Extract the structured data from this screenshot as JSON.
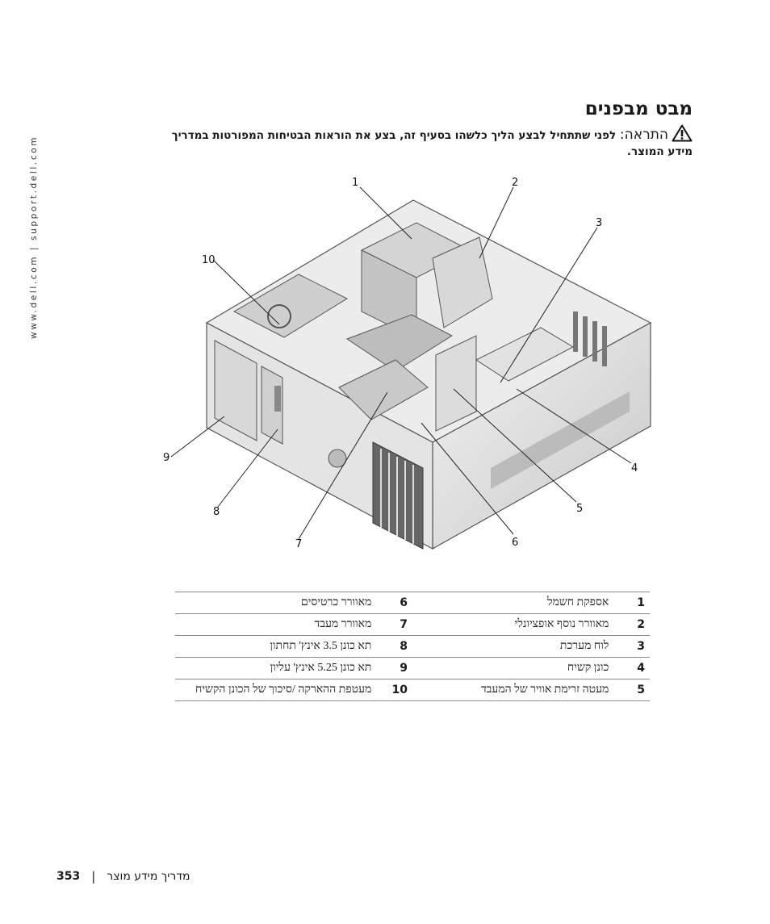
{
  "side_url": "www.dell.com | support.dell.com",
  "page_title": "מבט מבפנים",
  "warning": {
    "label": "התראה:",
    "text": "לפני שתתחיל לבצע הליך כלשהו בסעיף זה, בצע את הוראות הבטיחות המפורטות במדריך מידע המוצר."
  },
  "icons": {
    "warning": "warning-triangle-icon"
  },
  "callouts": [
    "1",
    "2",
    "3",
    "4",
    "5",
    "6",
    "7",
    "8",
    "9",
    "10"
  ],
  "legend": [
    {
      "num_a": "1",
      "label_a": "אספקת חשמל",
      "num_b": "6",
      "label_b": "מאוורר כרטיסים"
    },
    {
      "num_a": "2",
      "label_a": "מאוורר נוסף אופציונלי",
      "num_b": "7",
      "label_b": "מאוורר מעבד"
    },
    {
      "num_a": "3",
      "label_a": "לוח מערכת",
      "num_b": "8",
      "label_b": "תא כונן 3.5 אינץ' תחתון"
    },
    {
      "num_a": "4",
      "label_a": "כונן קשיח",
      "num_b": "9",
      "label_b": "תא כונן 5.25 אינץ' עליון"
    },
    {
      "num_a": "5",
      "label_a": "מעטה זרימת אוויר של המעבד",
      "num_b": "10",
      "label_b": "מעטפת ההארקה /סיכוך של הכונן הקשיח"
    }
  ],
  "footer": {
    "page_number": "353",
    "separator": "|",
    "guide_name": "מדריך מידע מוצר"
  }
}
